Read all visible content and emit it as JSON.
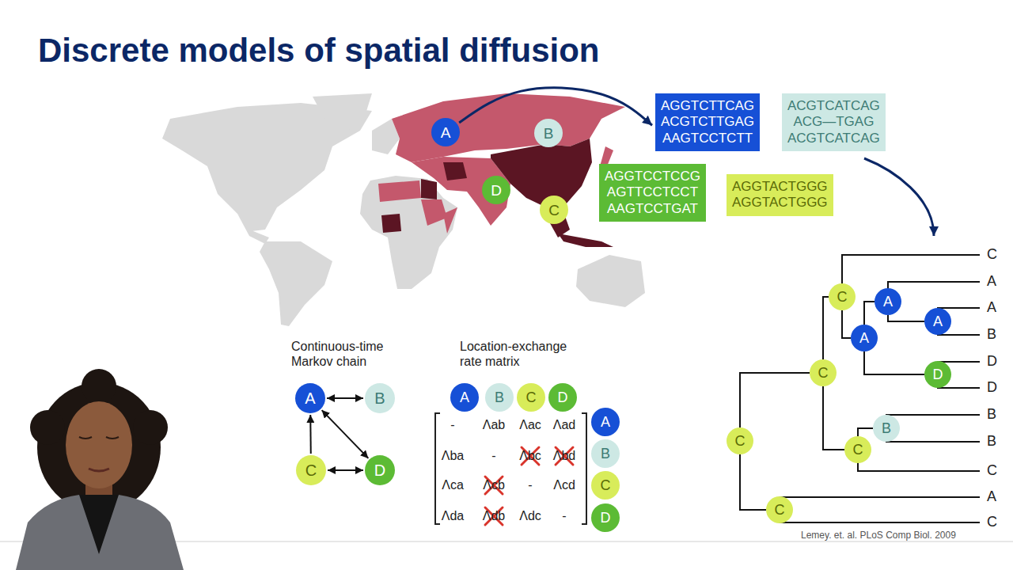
{
  "diagram": {
    "title": "Discrete models of spatial diffusion",
    "nodes": [
      {
        "text": [
          "AGGTCTTCAG ACGTCTTGAG AAGTCCTCTT"
        ]
      },
      {
        "text": [
          "ACGTCATCAG ACG—TGAG ACGTCATCAG"
        ]
      },
      {
        "text": [
          "A"
        ]
      },
      {
        "text": [
          "B"
        ]
      },
      {
        "text": [
          "AGGTCCTCCG AGTTCCTCCT AAGTCCTGAT"
        ]
      },
      {
        "text": [
          "AGGTACTGGG AGGTACTGGG"
        ]
      },
      {
        "text": [
          "D"
        ]
      },
      {
        "text": [
          "C"
        ]
      },
      {
        "text": [
          "A"
        ]
      },
      {
        "text": [
          "B"
        ]
      },
      {
        "text": [
          "C"
        ]
      },
      {
        "text": [
          "D"
        ]
      },
      {
        "text": [
          "A"
        ]
      },
      {
        "text": [
          "B"
        ]
      },
      {
        "text": [
          "C"
        ]
      },
      {
        "text": [
          "D"
        ]
      },
      {
        "text": [
          "A"
        ]
      },
      {
        "text": [
          "B"
        ]
      },
      {
        "text": [
          "C"
        ]
      },
      {
        "text": [
          "D"
        ]
      },
      {
        "text": [
          "C"
        ]
      },
      {
        "text": [
          "A"
        ]
      },
      {
        "text": [
          "A"
        ]
      },
      {
        "text": [
          "A"
        ]
      },
      {
        "text": [
          "C"
        ]
      },
      {
        "text": [
          "D"
        ]
      },
      {
        "text": [
          "B"
        ]
      },
      {
        "text": [
          "C"
        ]
      },
      {
        "text": [
          "C"
        ]
      },
      {
        "text": [
          "C"
        ]
      }
    ],
    "edges": [
      {
        "from": 2,
        "to": 0,
        "arrow": "to"
      },
      {
        "from": 8,
        "to": 9,
        "arrow": "both"
      },
      {
        "from": 8,
        "to": 11,
        "arrow": "both"
      },
      {
        "from": 10,
        "to": 8,
        "arrow": "to"
      },
      {
        "from": 10,
        "to": 11,
        "arrow": "both"
      },
      {
        "from": 27,
        "to": 24,
        "arrow": "none"
      },
      {
        "from": 27,
        "to": 29,
        "arrow": "none"
      },
      {
        "from": 24,
        "to": 20,
        "arrow": "none"
      },
      {
        "from": 24,
        "to": 28,
        "arrow": "none"
      },
      {
        "from": 20,
        "to": 23,
        "arrow": "none"
      },
      {
        "from": 23,
        "to": 21,
        "arrow": "none"
      },
      {
        "from": 23,
        "to": 25,
        "arrow": "none"
      },
      {
        "from": 21,
        "to": 22,
        "arrow": "none"
      },
      {
        "from": 28,
        "to": 26,
        "arrow": "none"
      }
    ],
    "labels": [
      "Continuous-time Markov chain",
      "Location-exchange rate matrix",
      "-",
      "Λab",
      "Λac",
      "Λad",
      "Λba",
      "-",
      "Λbc",
      "Λbd",
      "Λca",
      "Λcb",
      "-",
      "Λcd",
      "Λda",
      "Λdb",
      "Λdc",
      "-",
      "C",
      "A",
      "A",
      "B",
      "D",
      "D",
      "B",
      "B",
      "C",
      "A",
      "C",
      "Lemey. et. al. PLoS Comp Biol. 2009"
    ]
  }
}
